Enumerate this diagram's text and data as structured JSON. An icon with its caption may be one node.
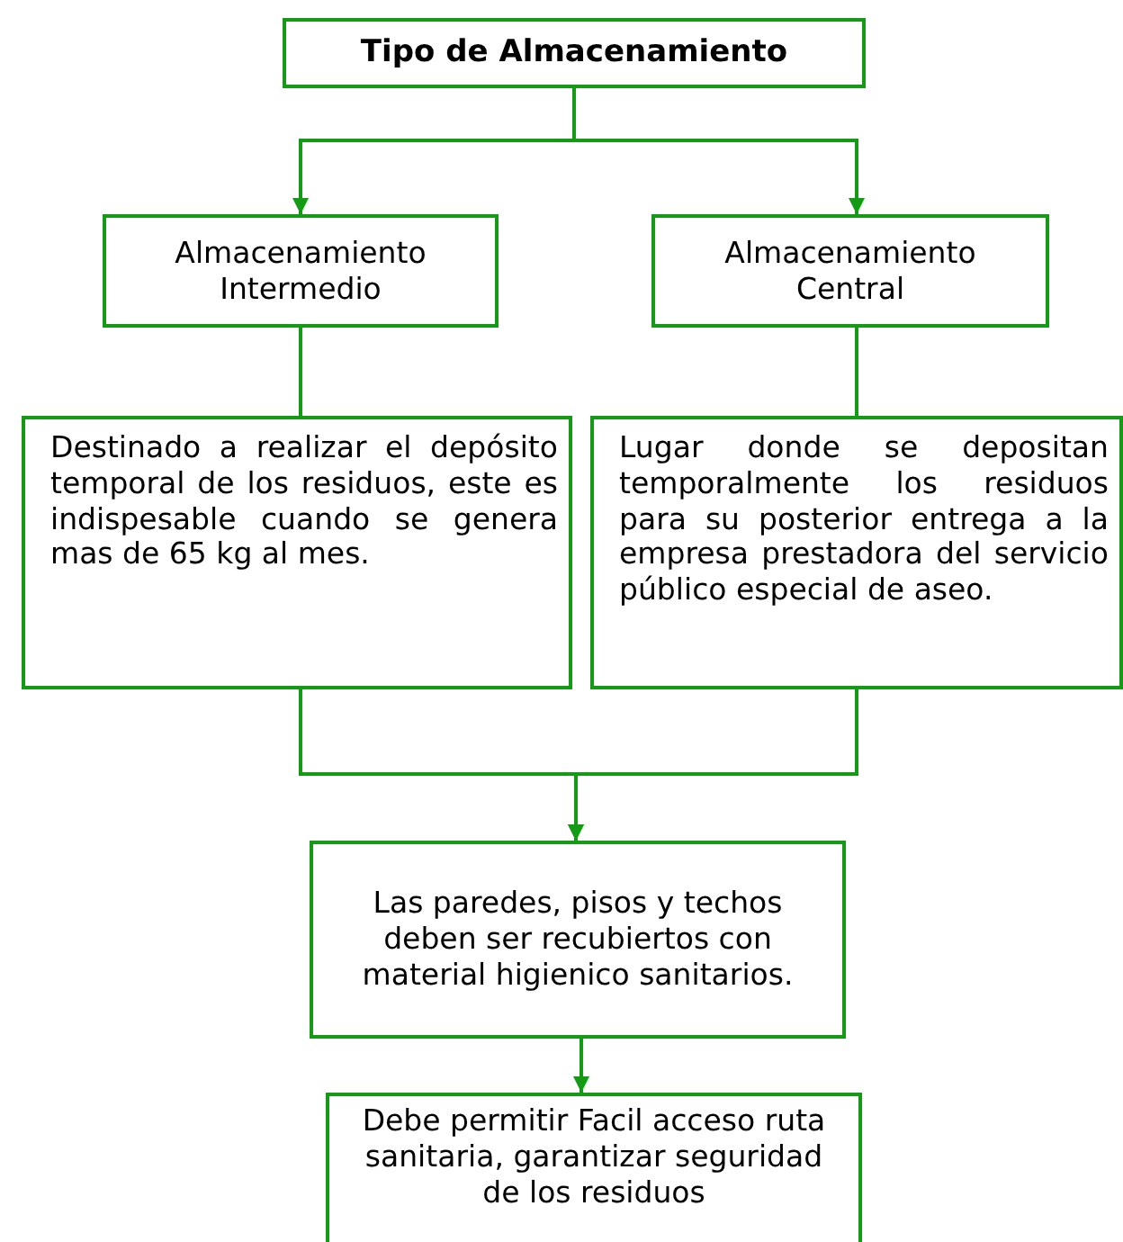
{
  "diagram": {
    "nodes": [
      {
        "text": [
          "Tipo de Almacenamiento"
        ]
      },
      {
        "text": [
          "Almacenamiento Intermedio"
        ]
      },
      {
        "text": [
          "Almacenamiento Central"
        ]
      },
      {
        "text": [
          "Destinado a realizar el depósito temporal de los residuos, este es indispesable cuando se genera mas de 65 kg al mes."
        ]
      },
      {
        "text": [
          "Lugar donde se depositan temporalmente los residuos para su posterior entrega a la empresa prestadora del servicio público especial de aseo."
        ]
      },
      {
        "text": [
          "Las paredes, pisos y techos deben ser recubiertos con material higienico sanitarios."
        ]
      },
      {
        "text": [
          "Debe permitir Facil acceso ruta sanitaria, garantizar seguridad de los residuos"
        ]
      }
    ],
    "edges": [
      {
        "from": 0,
        "to": 1,
        "arrow": "to"
      },
      {
        "from": 0,
        "to": 2,
        "arrow": "to"
      },
      {
        "from": 1,
        "to": 3,
        "arrow": "none"
      },
      {
        "from": 2,
        "to": 4,
        "arrow": "none"
      },
      {
        "from": 3,
        "to": 5,
        "arrow": "to"
      },
      {
        "from": 4,
        "to": 5,
        "arrow": "to"
      },
      {
        "from": 5,
        "to": 6,
        "arrow": "to"
      }
    ]
  }
}
